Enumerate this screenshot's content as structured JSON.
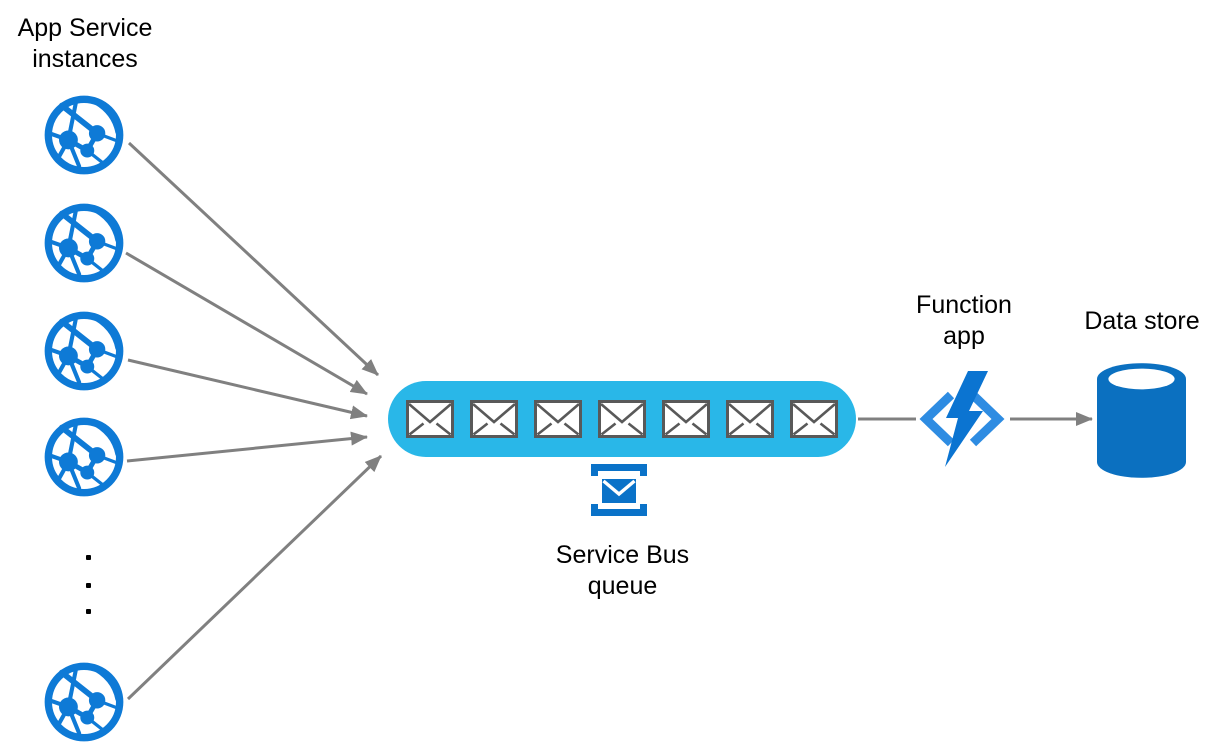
{
  "diagram": {
    "labels": {
      "app_service": {
        "line1": "App Service",
        "line2": "instances"
      },
      "service_bus": {
        "line1": "Service Bus",
        "line2": "queue"
      },
      "function_app": {
        "line1": "Function",
        "line2": "app"
      },
      "data_store": "Data store"
    },
    "app_service": {
      "instance_count": 5,
      "ellipsis_dot_count": 3
    },
    "queue": {
      "envelope_count": 7
    },
    "icons": {
      "app_service": "globe-network-icon",
      "queue_message": "envelope-icon",
      "service_bus": "bracketed-envelope-icon",
      "function_app": "code-lightning-bolt-icon",
      "data_store": "database-cylinder-icon"
    },
    "colors": {
      "app_service_blue": "#0e7ad6",
      "queue_cyan": "#29b7e8",
      "envelope_border": "#595959",
      "envelope_fill": "#ffffff",
      "service_bus_blue": "#0a72c8",
      "function_bolt_blue": "#0b74d1",
      "function_bracket_blue": "#2e8ce2",
      "data_store_blue": "#0b70c0",
      "arrow_gray": "#808080",
      "text_color": "#000000",
      "background": "#ffffff"
    }
  }
}
